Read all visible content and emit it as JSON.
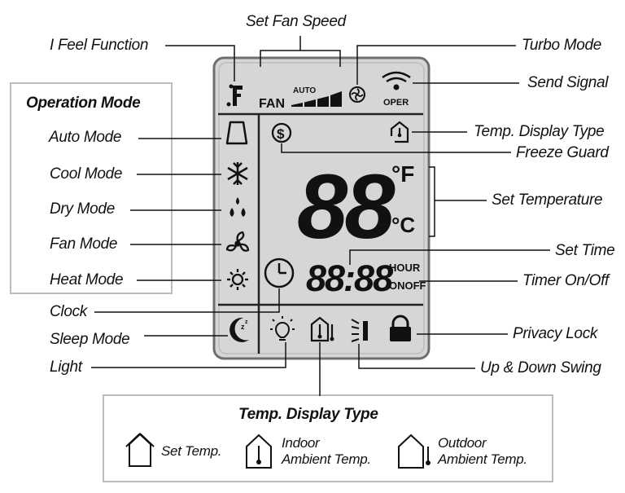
{
  "top_labels": {
    "set_fan_speed": "Set Fan Speed",
    "i_feel_function": "I Feel Function",
    "turbo_mode": "Turbo Mode",
    "send_signal": "Send Signal"
  },
  "operation_mode": {
    "title": "Operation Mode",
    "modes": [
      "Auto Mode",
      "Cool Mode",
      "Dry Mode",
      "Fan Mode",
      "Heat Mode"
    ]
  },
  "left_labels": {
    "clock": "Clock",
    "sleep_mode": "Sleep Mode",
    "light": "Light"
  },
  "right_labels": {
    "temp_display_type": "Temp. Display Type",
    "freeze_guard": "Freeze Guard",
    "set_temperature": "Set Temperature",
    "set_time": "Set Time",
    "timer_on_off": "Timer On/Off",
    "privacy_lock": "Privacy Lock",
    "up_down_swing": "Up & Down Swing"
  },
  "lcd": {
    "fan": "FAN",
    "auto": "AUTO",
    "oper": "OPER",
    "temp_digits": "88",
    "unit_f": "°F",
    "unit_c": "°C",
    "time_digits": "88:88",
    "hour": "HOUR",
    "onoff": "ONOFF",
    "freeze_symbol": "$"
  },
  "legend": {
    "title": "Temp. Display Type",
    "set_temp": "Set Temp.",
    "indoor_line1": "Indoor",
    "indoor_line2": "Ambient Temp.",
    "outdoor_line1": "Outdoor",
    "outdoor_line2": "Ambient Temp."
  },
  "colors": {
    "lcd_background": "#d6d6d6",
    "lcd_border": "#6e6e6e",
    "ink": "#111111"
  }
}
